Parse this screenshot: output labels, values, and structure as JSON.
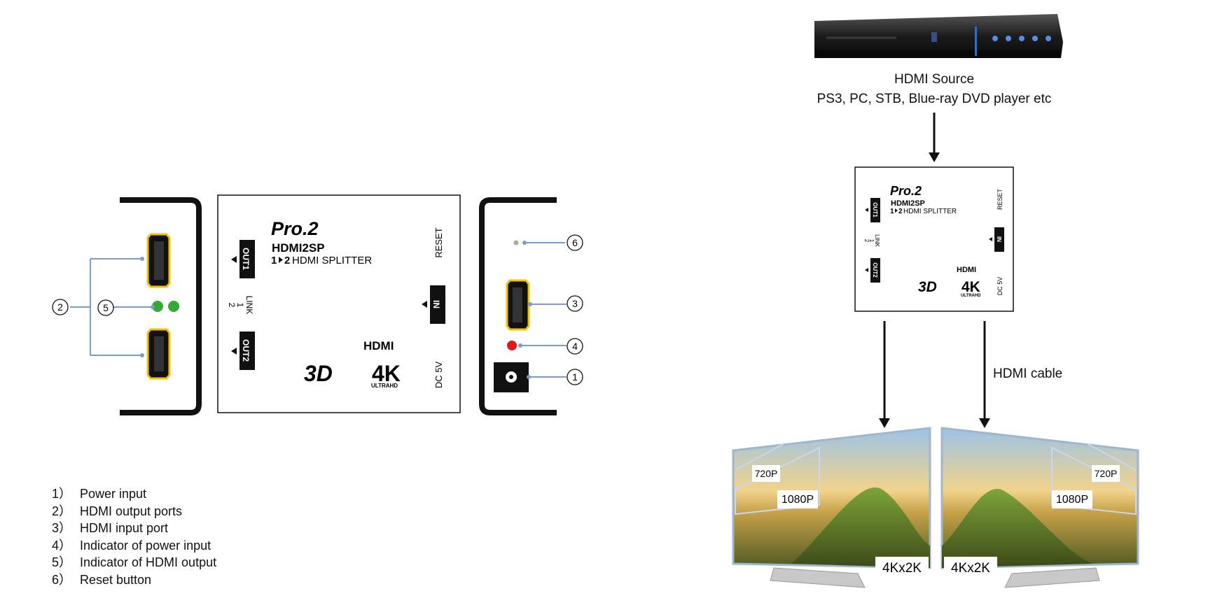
{
  "device": {
    "brand": "Pro.2",
    "model": "HDMI2SP",
    "subtitle_num": "1",
    "subtitle_num2": "2",
    "subtitle_text": "HDMI SPLITTER",
    "out1": "OUT1",
    "out2": "OUT2",
    "in": "IN",
    "link": "LINK",
    "link1": "1",
    "link2": "2",
    "reset": "RESET",
    "dc": "DC 5V",
    "hdmi_logo": "HDMI",
    "logo_3d": "3D",
    "logo_4k": "4K",
    "logo_ultrahd": "ULTRAHD"
  },
  "callouts": {
    "c1": "1",
    "c2": "2",
    "c3": "3",
    "c4": "4",
    "c5": "5",
    "c6": "6"
  },
  "legend": [
    {
      "num": "1）",
      "text": "Power input"
    },
    {
      "num": "2）",
      "text": "HDMI output ports"
    },
    {
      "num": "3）",
      "text": "HDMI input port"
    },
    {
      "num": "4）",
      "text": "Indicator of power input"
    },
    {
      "num": "5）",
      "text": "Indicator of HDMI output"
    },
    {
      "num": "6）",
      "text": "Reset button"
    }
  ],
  "source": {
    "line1": "HDMI Source",
    "line2": "PS3, PC, STB, Blue-ray DVD player etc"
  },
  "cable_label": "HDMI cable",
  "tv_left": {
    "r720": "720P",
    "r1080": "1080P",
    "r4k": "4Kx2K"
  },
  "tv_right": {
    "r720": "720P",
    "r1080": "1080P",
    "r4k": "4Kx2K"
  },
  "colors": {
    "hdmi_port": "#f2c200",
    "link_led": "#33aa33",
    "power_led": "#dd1a1a",
    "callout_line": "#7a9cc8"
  }
}
